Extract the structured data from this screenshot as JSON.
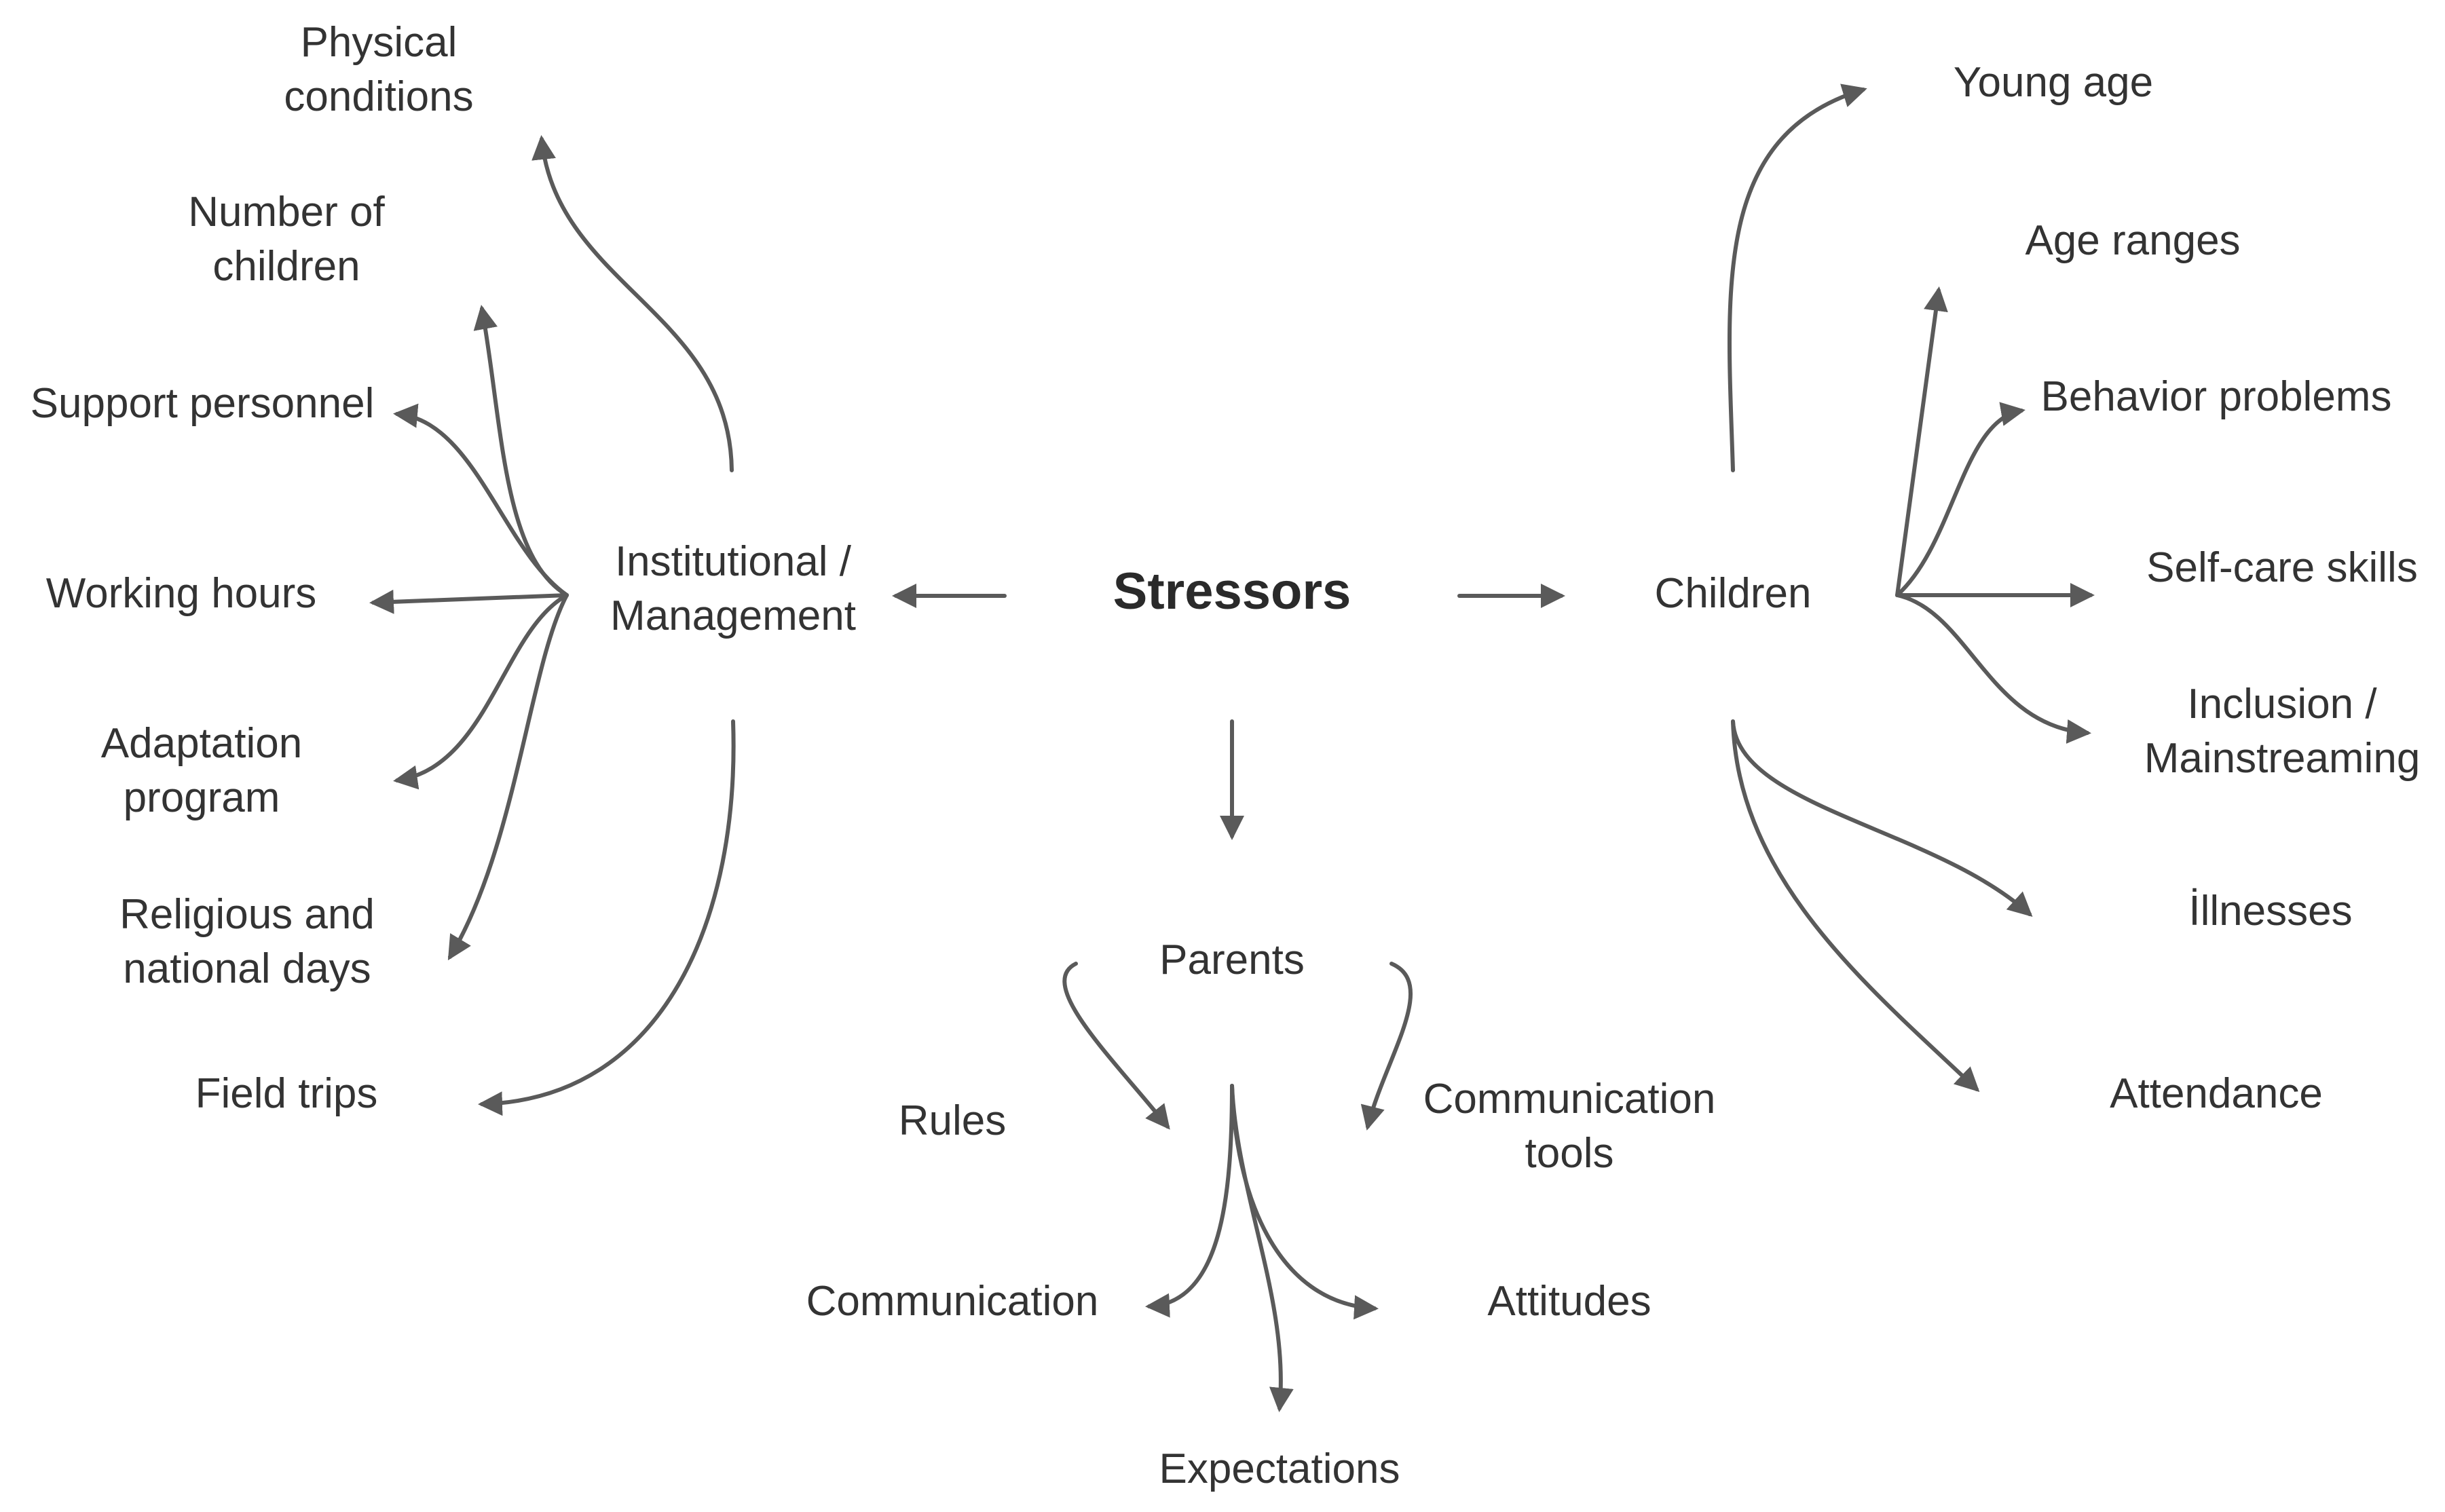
{
  "diagram": {
    "line_color": "#5a5a5a",
    "text_color": "#333333",
    "center": "Stressors",
    "groups": {
      "institutional": {
        "label": "Institutional /\nManagement",
        "items": [
          "Physical\nconditions",
          "Number of\nchildren",
          "Support personnel",
          "Working hours",
          "Adaptation\nprogram",
          "Religious and\nnational days",
          "Field trips"
        ]
      },
      "children": {
        "label": "Children",
        "items": [
          "Young age",
          "Age ranges",
          "Behavior problems",
          "Self-care skills",
          "Inclusion /\nMainstreaming",
          "İllnesses",
          "Attendance"
        ]
      },
      "parents": {
        "label": "Parents",
        "items": [
          "Rules",
          "Communication\ntools",
          "Communication",
          "Attitudes",
          "Expectations"
        ]
      }
    }
  }
}
